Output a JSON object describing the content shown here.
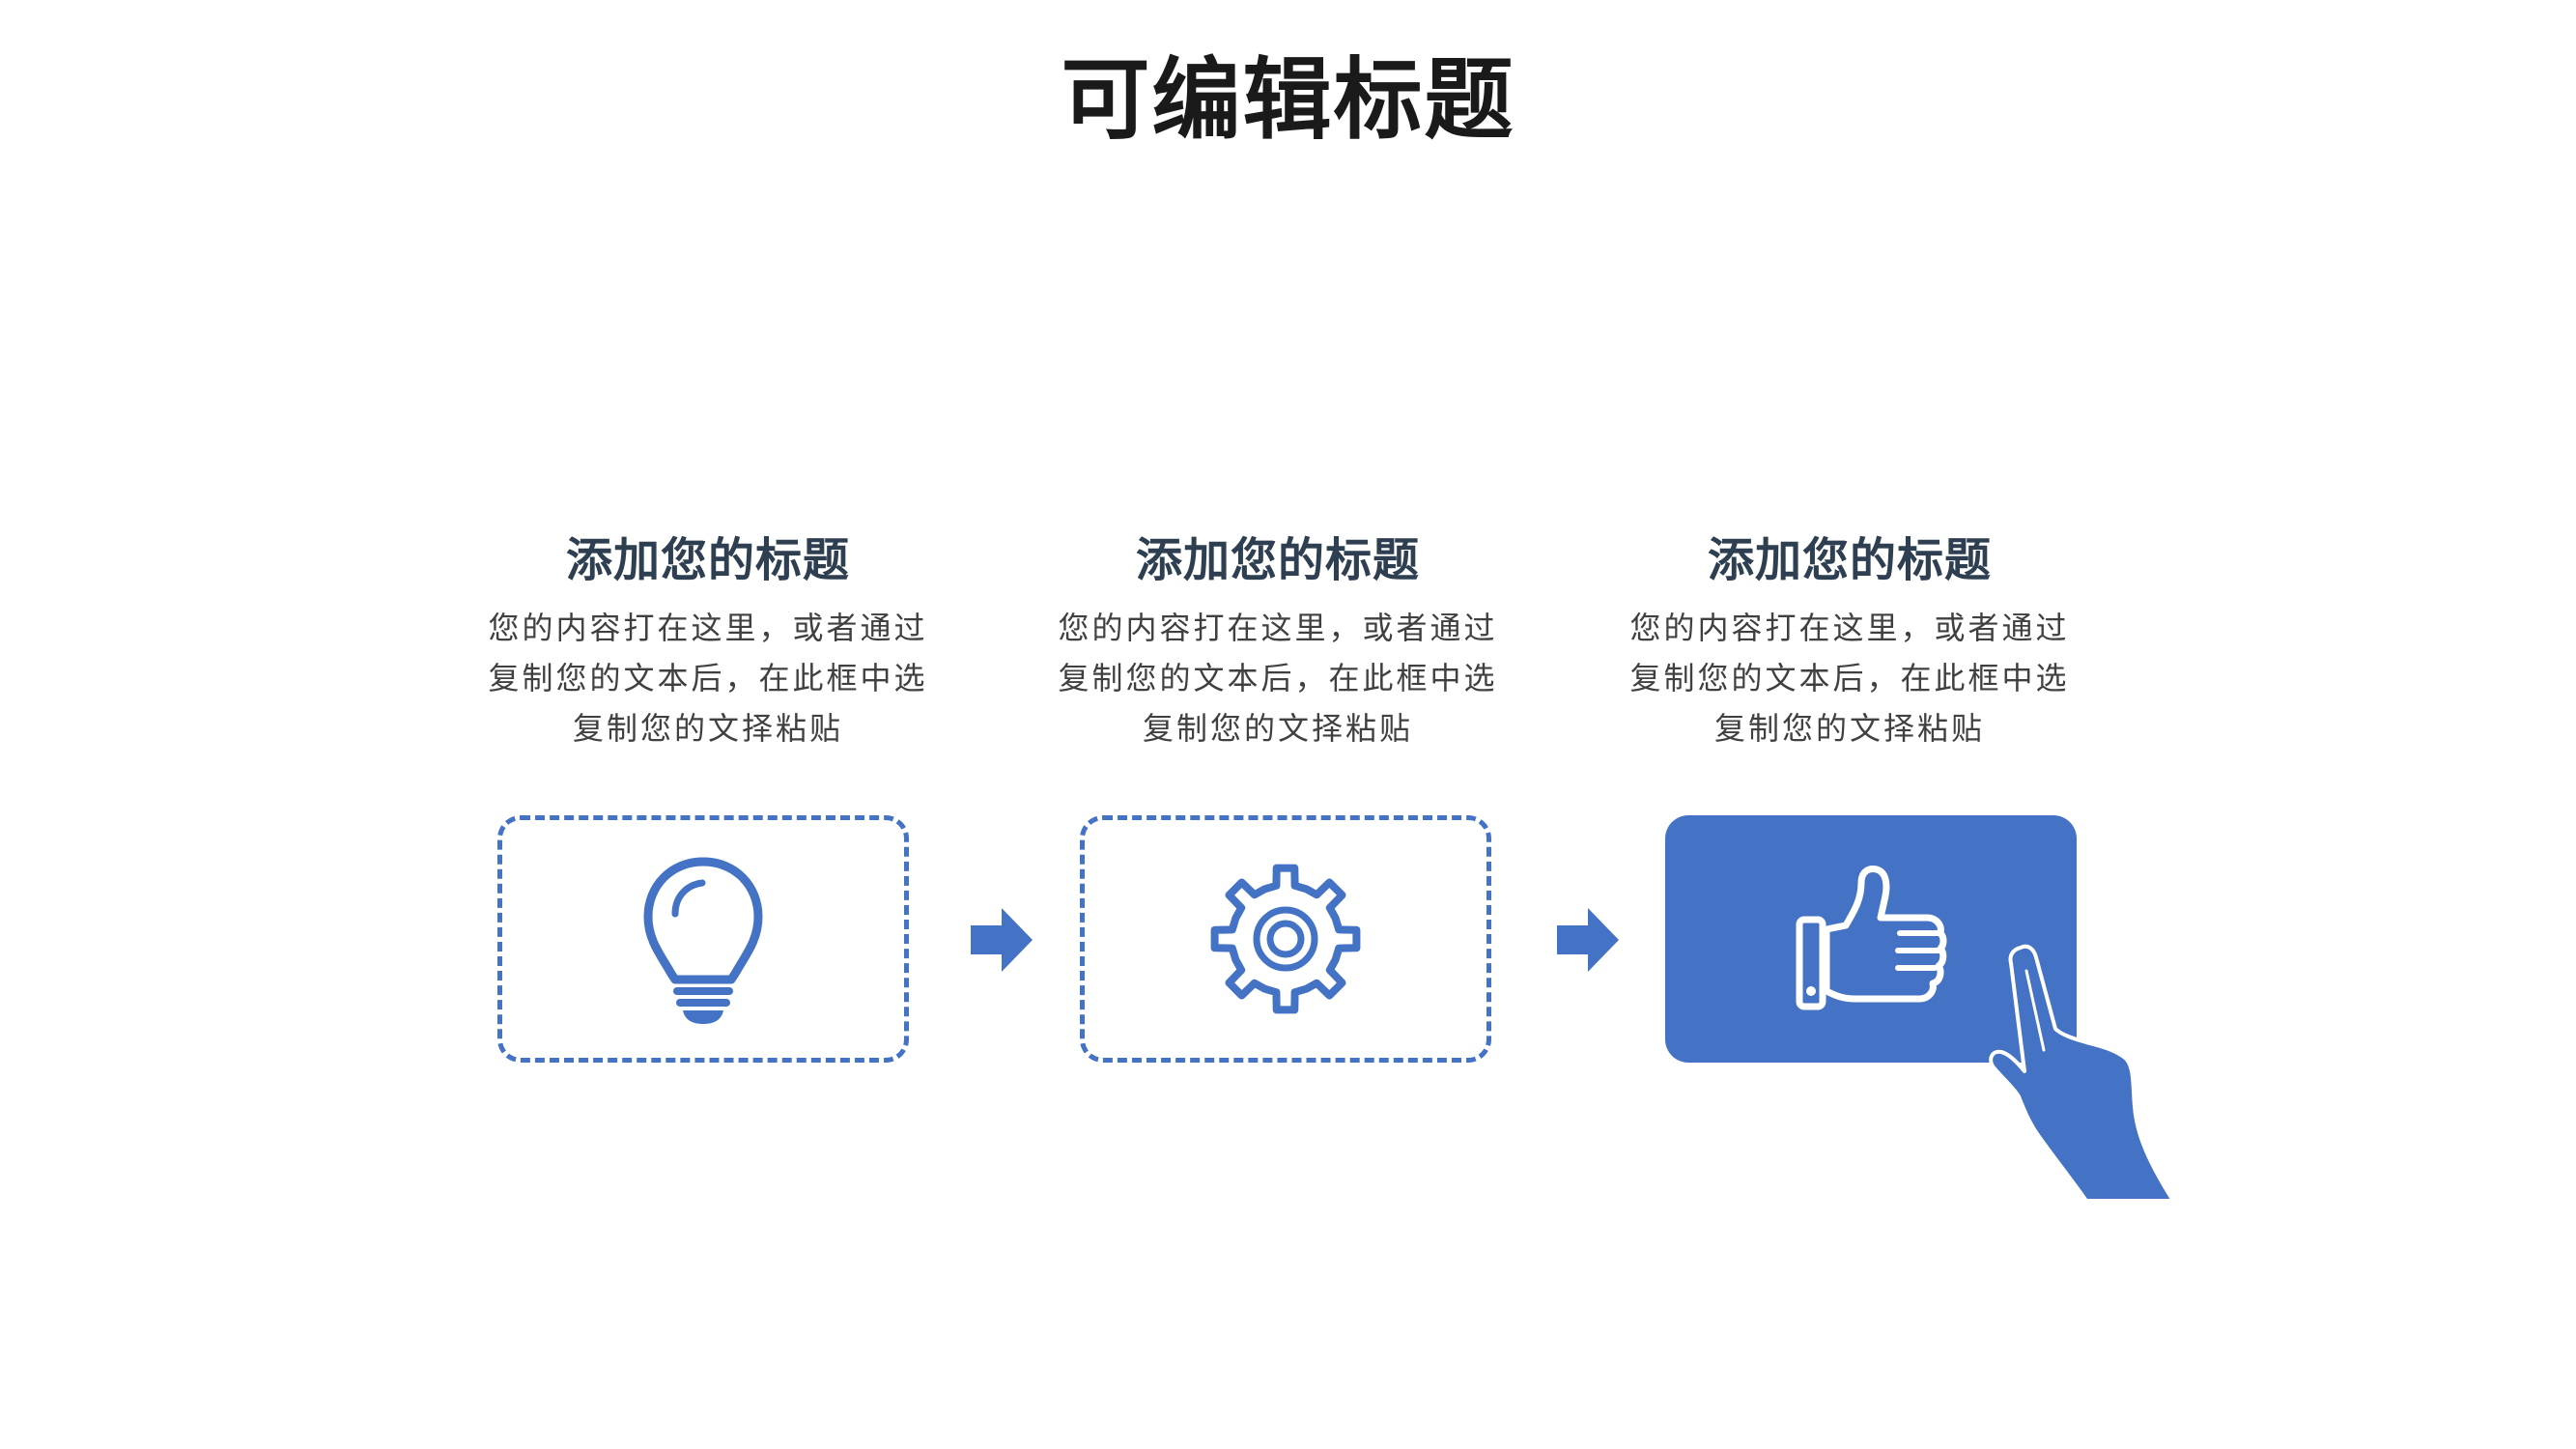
{
  "title": "可编辑标题",
  "steps": [
    {
      "heading": "添加您的标题",
      "lines": [
        "您的内容打在这里，或者通过",
        "复制您的文本后，在此框中选",
        "复制您的文择粘贴"
      ],
      "icon": "lightbulb-icon"
    },
    {
      "heading": "添加您的标题",
      "lines": [
        "您的内容打在这里，或者通过",
        "复制您的文本后，在此框中选",
        "复制您的文择粘贴"
      ],
      "icon": "gear-icon"
    },
    {
      "heading": "添加您的标题",
      "lines": [
        "您的内容打在这里，或者通过",
        "复制您的文本后，在此框中选",
        "复制您的文择粘贴"
      ],
      "icon": "thumbs-up-icon"
    }
  ],
  "colors": {
    "accent": "#4472c4",
    "title": "#1a1a1a",
    "heading": "#2e3f51",
    "body": "#404040"
  }
}
